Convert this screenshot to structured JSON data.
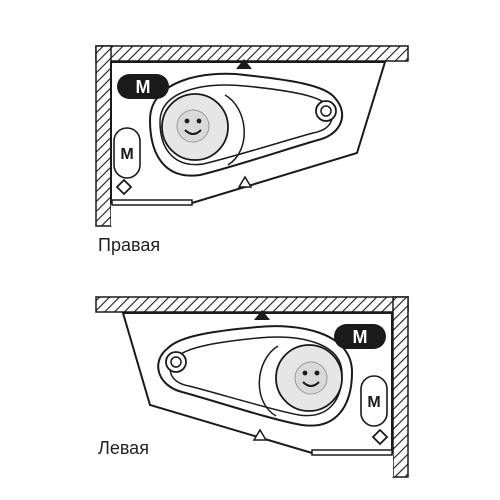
{
  "diagrams": [
    {
      "id": "right",
      "caption": "Правая",
      "motor_label_dark": "M",
      "motor_label_outline": "M"
    },
    {
      "id": "left",
      "caption": "Левая",
      "motor_label_dark": "M",
      "motor_label_outline": "M"
    }
  ],
  "colors": {
    "stroke": "#1a1a1a",
    "tub_fill": "#ffffff",
    "headrest_fill": "#e6e6e6",
    "pillow_fill": "#d9d9d9",
    "dark_badge": "#1a1a1a",
    "caption_text": "#222222"
  },
  "icons": [
    "smiley-pillow-icon",
    "drain-icon",
    "diamond-control-icon",
    "triangle-marker-icon"
  ]
}
